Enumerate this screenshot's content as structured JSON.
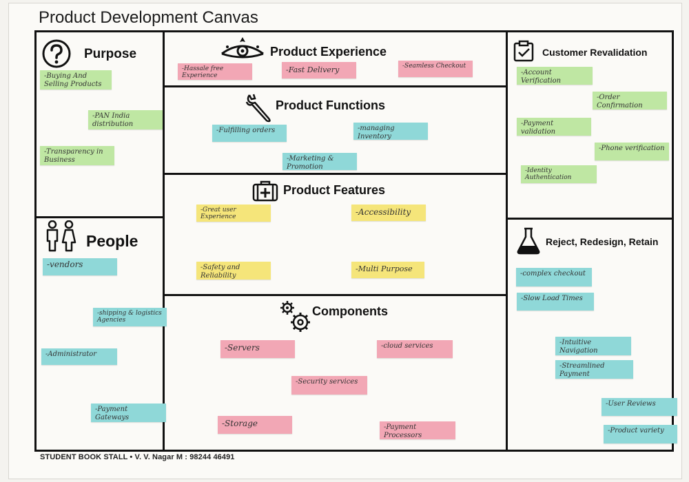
{
  "page": {
    "title": "Product Development Canvas",
    "footer": "STUDENT BOOK STALL • V. V. Nagar M : 98244 46491"
  },
  "sections": {
    "purpose": "Purpose",
    "people": "People",
    "experience": "Product Experience",
    "functions": "Product Functions",
    "features": "Product Features",
    "components": "Components",
    "revalidation": "Customer Revalidation",
    "reject": "Reject, Redesign, Retain"
  },
  "notes": {
    "purpose": [
      "-Buying And Selling Products",
      "-PAN India distribution",
      "-Transparency in Business"
    ],
    "people": [
      "-vendors",
      "-shipping & logistics Agencies",
      "-Administrator",
      "-Payment Gateways"
    ],
    "experience": [
      "-Hassale free Experience",
      "-Fast Delivery",
      "-Seamless Checkout"
    ],
    "functions": [
      "-Fulfilling orders",
      "-managing Inventory",
      "-Marketing & Promotion"
    ],
    "features": [
      "-Great user Experience",
      "-Accessibility",
      "-Safety and Reliability",
      "-Multi Purpose"
    ],
    "components": [
      "-Servers",
      "-cloud services",
      "-Security services",
      "-Storage",
      "-Payment Processors"
    ],
    "revalidation": [
      "-Account Verification",
      "-Order Confirmation",
      "-Payment validation",
      "-Phone verification",
      "-Identity Authentication"
    ],
    "reject": [
      "-complex checkout",
      "-Slow Load Times",
      "-Intuitive Navigation",
      "-Streamlined Payment",
      "-User Reviews",
      "-Product variety"
    ]
  },
  "colors": {
    "pink": "#f2a7b5",
    "green": "#bfe7a3",
    "cyan": "#8fd8d8",
    "yellow": "#f5e57a",
    "line": "#111111"
  },
  "icons": {
    "purpose": "question-circle-icon",
    "people": "people-icon",
    "experience": "eye-crown-icon",
    "functions": "wrench-icon",
    "features": "first-aid-kit-icon",
    "components": "gears-icon",
    "revalidation": "clipboard-check-icon",
    "reject": "flask-icon"
  }
}
